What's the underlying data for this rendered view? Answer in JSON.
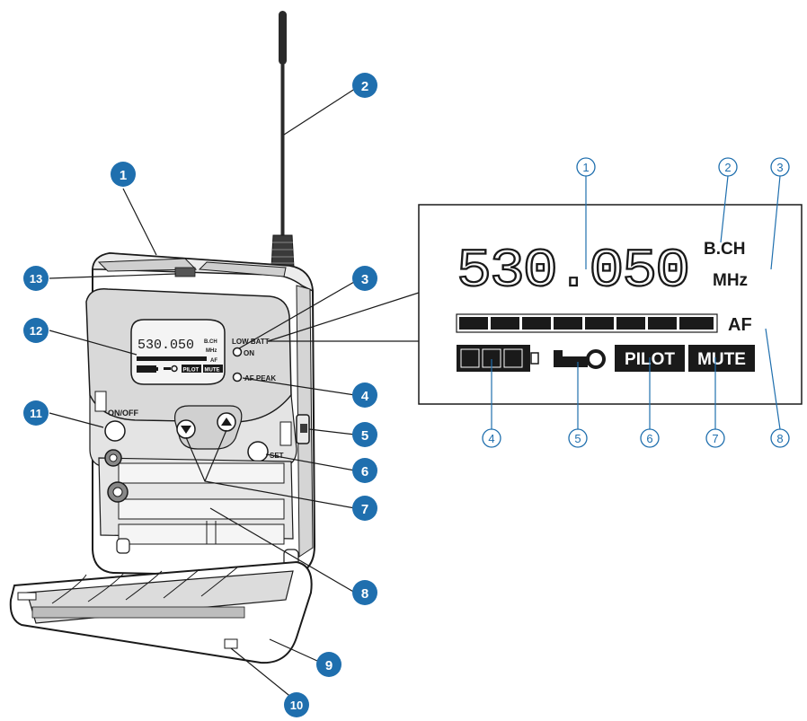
{
  "device": {
    "controls": {
      "on_off": "ON/OFF",
      "set": "SET",
      "low_batt": "LOW BATT",
      "on": "ON",
      "af_peak": "AF PEAK"
    },
    "mini_display": {
      "digits": "530.050",
      "bch": "B.CH",
      "mhz": "MHz",
      "af": "AF",
      "pilot": "PILOT",
      "mute": "MUTE"
    },
    "callouts": [
      "1",
      "2",
      "3",
      "4",
      "5",
      "6",
      "7",
      "8",
      "9",
      "10",
      "11",
      "12",
      "13"
    ]
  },
  "display": {
    "frequency": "530.050",
    "bch": "B.CH",
    "mhz": "MHz",
    "af": "AF",
    "pilot": "PILOT",
    "mute": "MUTE",
    "callouts": [
      "1",
      "2",
      "3",
      "4",
      "5",
      "6",
      "7",
      "8"
    ]
  },
  "colors": {
    "callout_fill": "#1f6fae",
    "outline_callout": "#1f6fae",
    "ink": "#1a1a1a"
  }
}
